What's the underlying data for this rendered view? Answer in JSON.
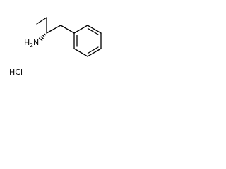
{
  "molecule": {
    "amine_label": {
      "symbol": "H",
      "subscript": "2",
      "element": "N"
    },
    "salt_label": "HCl",
    "colors": {
      "bond": "#000000",
      "text": "#000000",
      "background": "#ffffff"
    }
  }
}
